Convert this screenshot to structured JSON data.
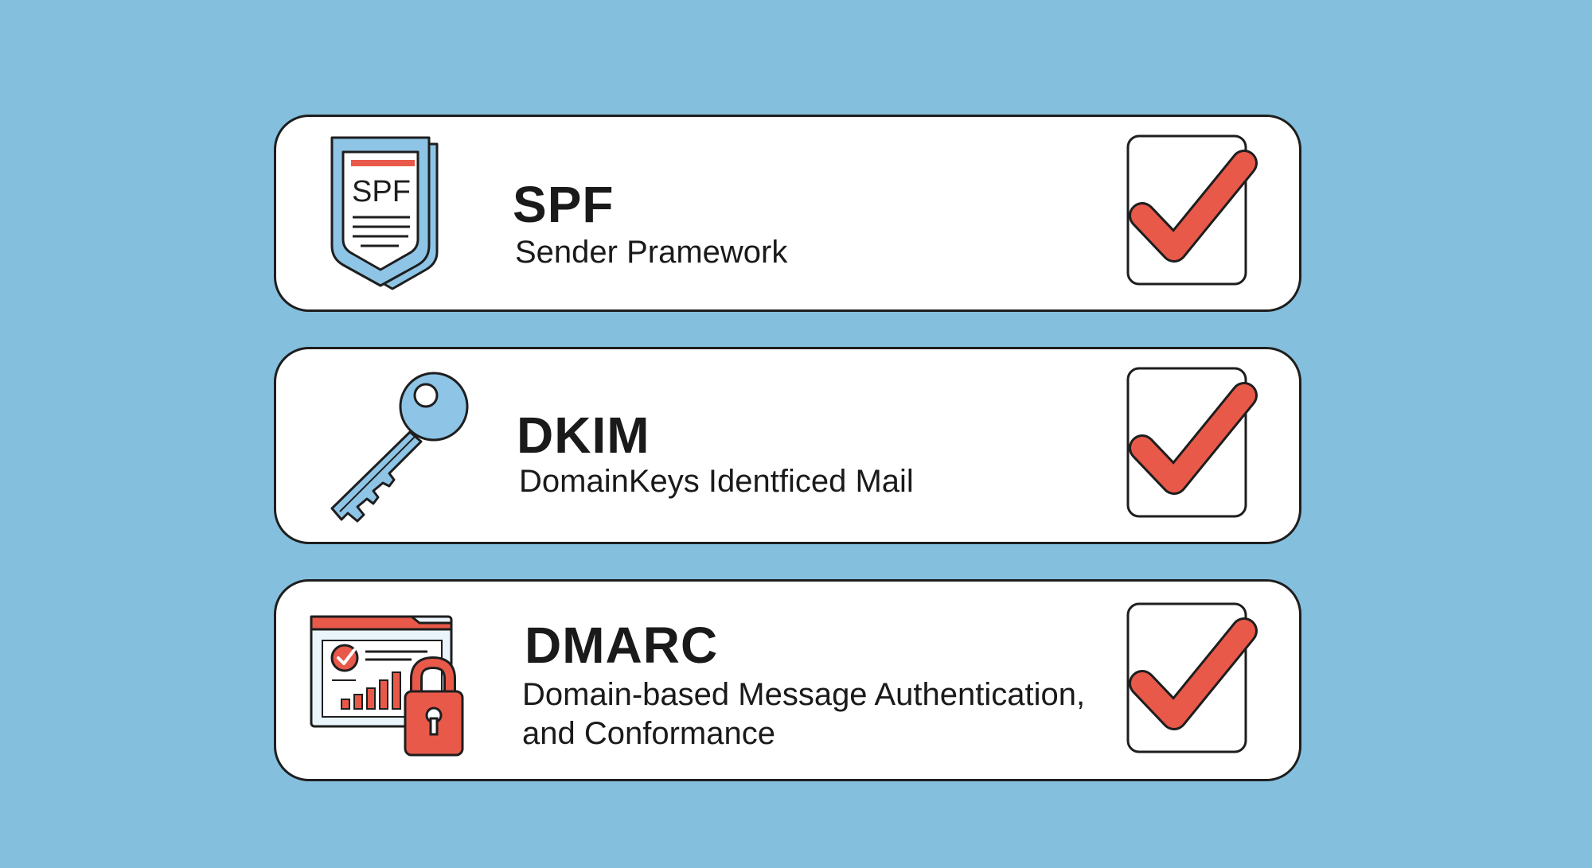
{
  "colors": {
    "background": "#84bfdd",
    "card": "#ffffff",
    "outline": "#1e1e1e",
    "accent_red": "#e8594a",
    "accent_blue": "#8ec5e6"
  },
  "items": [
    {
      "title": "SPF",
      "subtitle_lines": [
        "Sender Pramework"
      ],
      "icon": "shield-document-icon",
      "icon_text": "SPF",
      "status": "checked"
    },
    {
      "title": "DKIM",
      "subtitle_lines": [
        "DomainKeys Identficed Mail"
      ],
      "icon": "key-icon",
      "status": "checked"
    },
    {
      "title": "DMARC",
      "subtitle_lines": [
        "Domain-based Message Authentication,",
        "and Conformance"
      ],
      "icon": "dashboard-padlock-icon",
      "status": "checked"
    }
  ]
}
